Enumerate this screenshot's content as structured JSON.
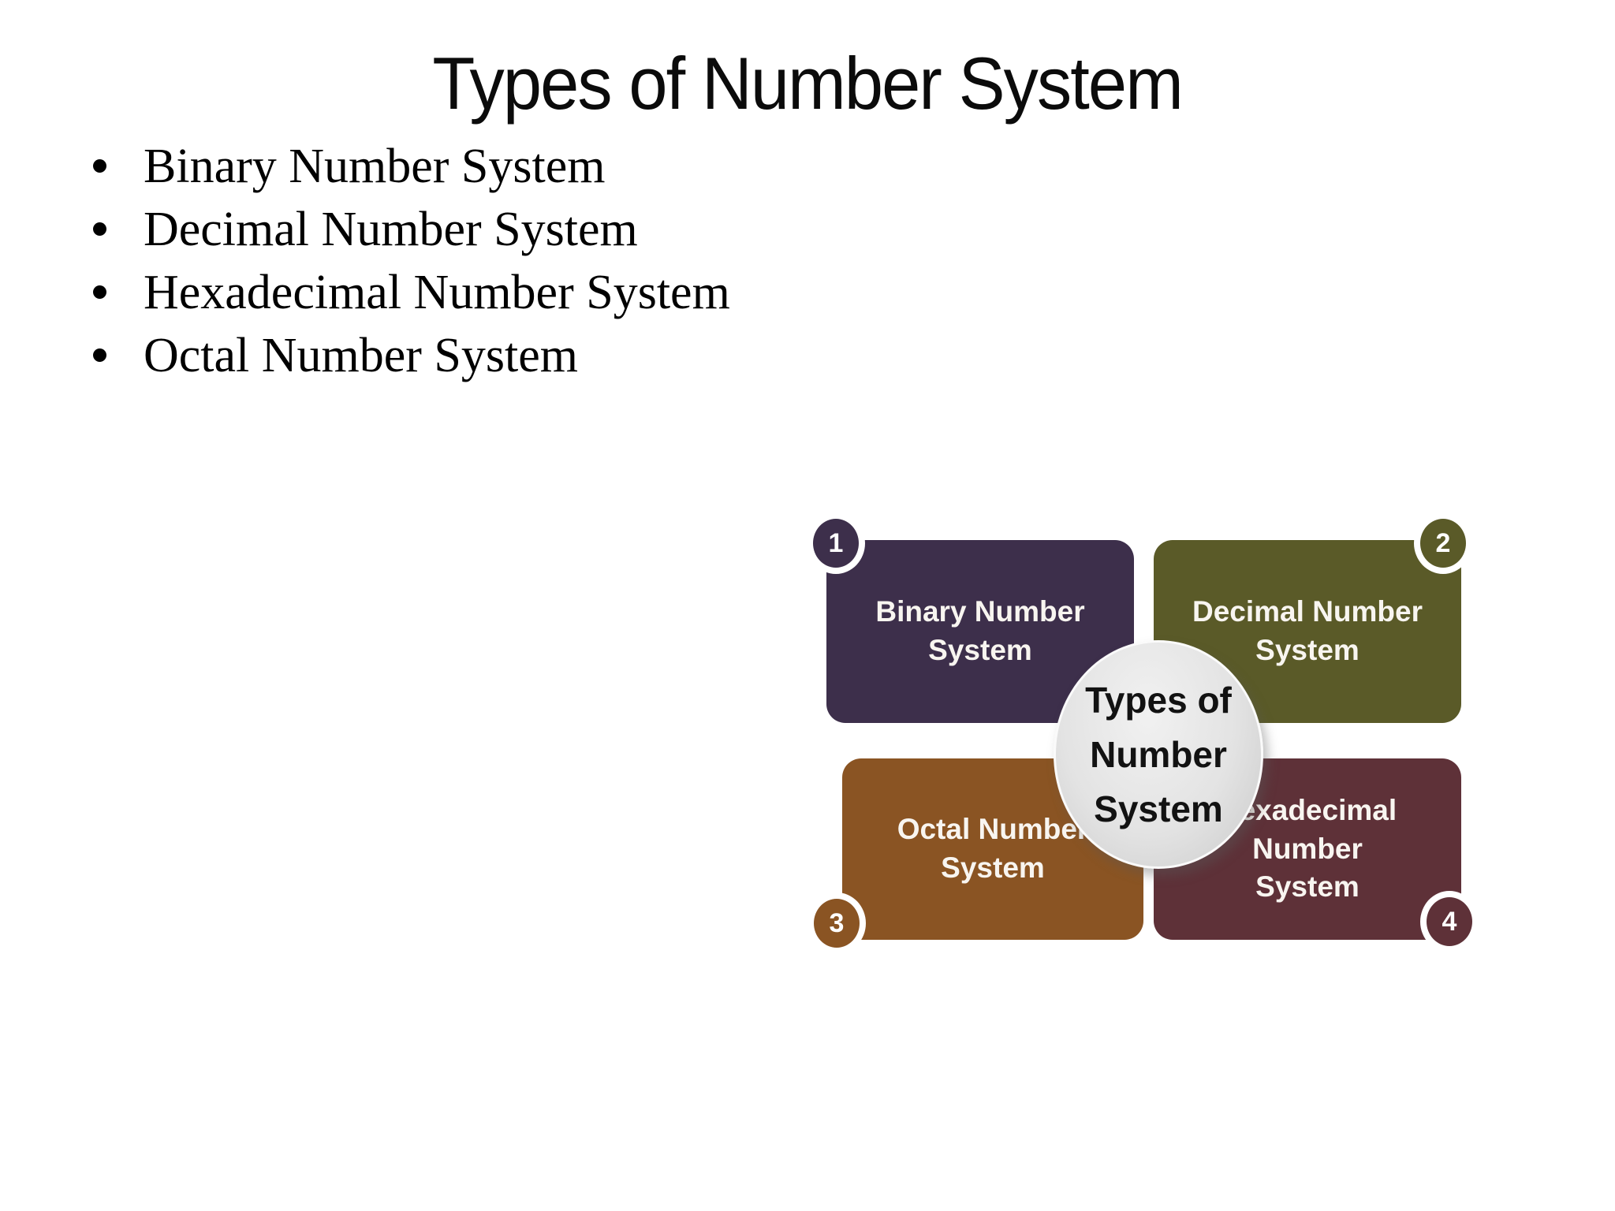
{
  "slide": {
    "title": "Types of Number System",
    "bullets": {
      "items": [
        "Binary Number System",
        "Decimal Number System",
        "Hexadecimal Number System",
        "Octal Number System"
      ]
    }
  },
  "diagram": {
    "center": {
      "line1": "Types of",
      "line2": "Number",
      "line3": "System",
      "fill_color": "#E3E3E3",
      "text_color": "#121212"
    },
    "boxes": [
      {
        "number": "1",
        "label": "Binary Number System",
        "color": "#3D2F4B"
      },
      {
        "number": "2",
        "label": "Decimal Number System",
        "color": "#5A5A28"
      },
      {
        "number": "3",
        "label": "Octal Number System",
        "color": "#8A5423"
      },
      {
        "number": "4",
        "label": "Hexadecimal Number System",
        "color": "#5E3138"
      }
    ],
    "badge_ring_color": "#FFFFFF",
    "box_text_color": "#F8F5F0"
  }
}
